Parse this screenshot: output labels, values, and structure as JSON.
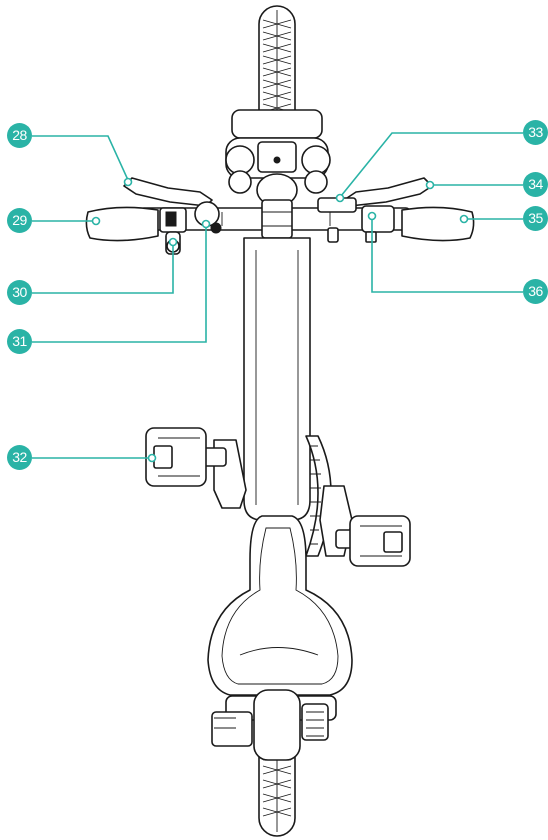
{
  "callouts": [
    {
      "num": "28",
      "color": "#2ab3a6"
    },
    {
      "num": "29",
      "color": "#2ab3a6"
    },
    {
      "num": "30",
      "color": "#2ab3a6"
    },
    {
      "num": "31",
      "color": "#2ab3a6"
    },
    {
      "num": "32",
      "color": "#2ab3a6"
    },
    {
      "num": "33",
      "color": "#2ab3a6"
    },
    {
      "num": "34",
      "color": "#2ab3a6"
    },
    {
      "num": "35",
      "color": "#2ab3a6"
    },
    {
      "num": "36",
      "color": "#2ab3a6"
    }
  ],
  "colors": {
    "line": "#1a1a1a",
    "accent": "#2ab3a6",
    "background": "#ffffff"
  }
}
